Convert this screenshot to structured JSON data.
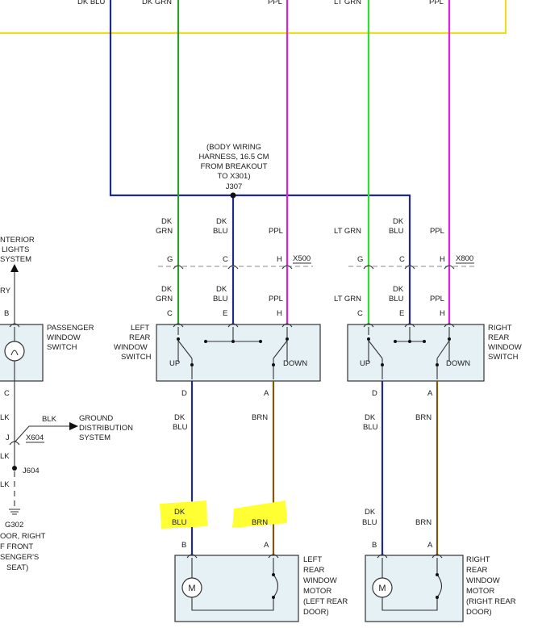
{
  "colors": {
    "dk_blu": "#1f2a8c",
    "dk_grn": "#2f9a2f",
    "ppl": "#e020e0",
    "lt_grn": "#33dd33",
    "brn": "#7a5a10",
    "yellow": "#e8e020",
    "highlight": "#ffff33"
  },
  "top_labels": [
    "DK BLU",
    "DK GRN",
    "PPL",
    "LT GRN",
    "PPL"
  ],
  "splice": {
    "desc": [
      "(BODY WIRING",
      "HARNESS, 16.5 CM",
      "FROM BREAKOUT",
      "TO X301)"
    ],
    "id": "J307"
  },
  "left_group": {
    "wires_upper": [
      {
        "l1": "DK",
        "l2": "GRN"
      },
      {
        "l1": "DK",
        "l2": "BLU"
      },
      {
        "l1": "",
        "l2": "PPL"
      }
    ],
    "connector": "X500",
    "pins_upper": [
      "G",
      "C",
      "H"
    ],
    "wires_lower": [
      {
        "l1": "DK",
        "l2": "GRN"
      },
      {
        "l1": "DK",
        "l2": "BLU"
      },
      {
        "l1": "",
        "l2": "PPL"
      }
    ],
    "pins_lower": [
      "C",
      "E",
      "H"
    ],
    "switch_name": [
      "LEFT",
      "REAR",
      "WINDOW",
      "SWITCH"
    ],
    "up": "UP",
    "down": "DOWN",
    "out_pins": [
      "D",
      "A"
    ],
    "out_wires": [
      {
        "l1": "DK",
        "l2": "BLU"
      },
      {
        "l1": "",
        "l2": "BRN"
      }
    ],
    "motor_wires": [
      {
        "l1": "DK",
        "l2": "BLU"
      },
      {
        "l1": "",
        "l2": "BRN"
      }
    ],
    "motor_pins": [
      "B",
      "A"
    ],
    "motor_symbol": "M",
    "motor_name": [
      "LEFT",
      "REAR",
      "WINDOW",
      "MOTOR",
      "(LEFT REAR",
      "DOOR)"
    ]
  },
  "right_group": {
    "wires_upper": [
      {
        "l1": "",
        "l2": "LT GRN"
      },
      {
        "l1": "DK",
        "l2": "BLU"
      },
      {
        "l1": "",
        "l2": "PPL"
      }
    ],
    "connector": "X800",
    "pins_upper": [
      "G",
      "C",
      "H"
    ],
    "wires_lower": [
      {
        "l1": "",
        "l2": "LT GRN"
      },
      {
        "l1": "DK",
        "l2": "BLU"
      },
      {
        "l1": "",
        "l2": "PPL"
      }
    ],
    "pins_lower": [
      "C",
      "E",
      "H"
    ],
    "switch_name": [
      "RIGHT",
      "REAR",
      "WINDOW",
      "SWITCH"
    ],
    "up": "UP",
    "down": "DOWN",
    "out_pins": [
      "D",
      "A"
    ],
    "out_wires": [
      {
        "l1": "DK",
        "l2": "BLU"
      },
      {
        "l1": "",
        "l2": "BRN"
      }
    ],
    "motor_wires": [
      {
        "l1": "DK",
        "l2": "BLU"
      },
      {
        "l1": "",
        "l2": "BRN"
      }
    ],
    "motor_pins": [
      "B",
      "A"
    ],
    "motor_symbol": "M",
    "motor_name": [
      "RIGHT",
      "REAR",
      "WINDOW",
      "MOTOR",
      "(RIGHT REAR",
      "DOOR)"
    ]
  },
  "passenger": {
    "interior": [
      "NTERIOR",
      "LIGHTS",
      "SYSTEM"
    ],
    "ry": "RY",
    "pin_top": "B",
    "switch_name": [
      "PASSENGER",
      "WINDOW",
      "SWITCH"
    ],
    "pin_bottom": "C",
    "blk_1": "LK",
    "blk_label": "BLK",
    "ground_system": [
      "GROUND",
      "DISTRIBUTION",
      "SYSTEM"
    ],
    "j_pin": "J",
    "connector": "X604",
    "blk_2": "LK",
    "splice": "J604",
    "blk_3": "LK",
    "ground": [
      "G302",
      "OOR, RIGHT",
      "F FRONT",
      "SENGER'S",
      "SEAT)"
    ]
  }
}
